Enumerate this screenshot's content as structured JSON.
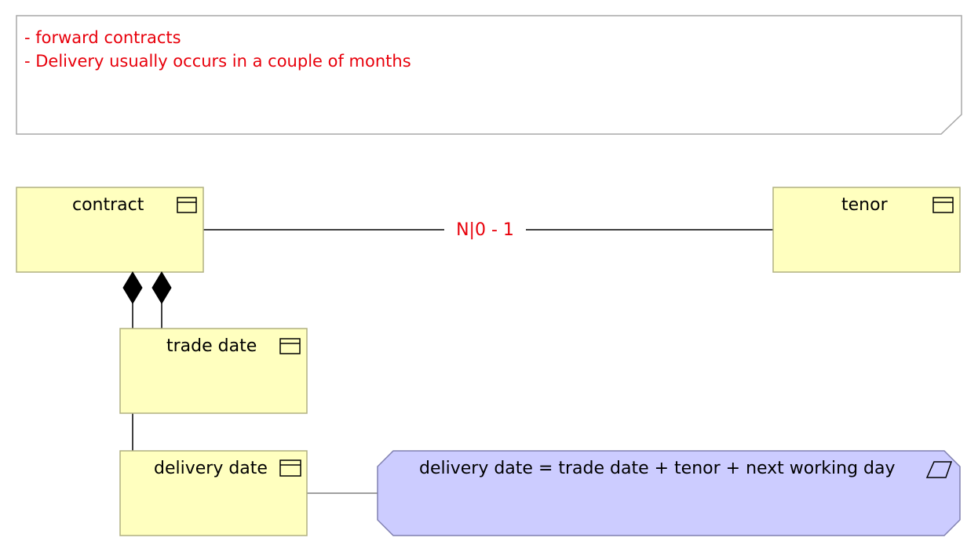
{
  "note": {
    "lines": [
      "- forward contracts",
      "- Delivery usually occurs in a couple of months"
    ]
  },
  "entities": {
    "contract": {
      "label": "contract",
      "icon": "entity-icon"
    },
    "tenor": {
      "label": "tenor",
      "icon": "entity-icon"
    },
    "trade_date": {
      "label": "trade date",
      "icon": "entity-icon"
    },
    "delivery_date": {
      "label": "delivery date",
      "icon": "entity-icon"
    }
  },
  "rule": {
    "label": "delivery date = trade date + tenor + next working day",
    "icon": "parallelogram-icon"
  },
  "association": {
    "label": "N|0 - 1"
  },
  "colors": {
    "note_text": "#e8000b",
    "entity_fill": "#ffffbf",
    "entity_border": "#b0b080",
    "rule_fill": "#ccccff",
    "rule_border": "#8080b0"
  }
}
